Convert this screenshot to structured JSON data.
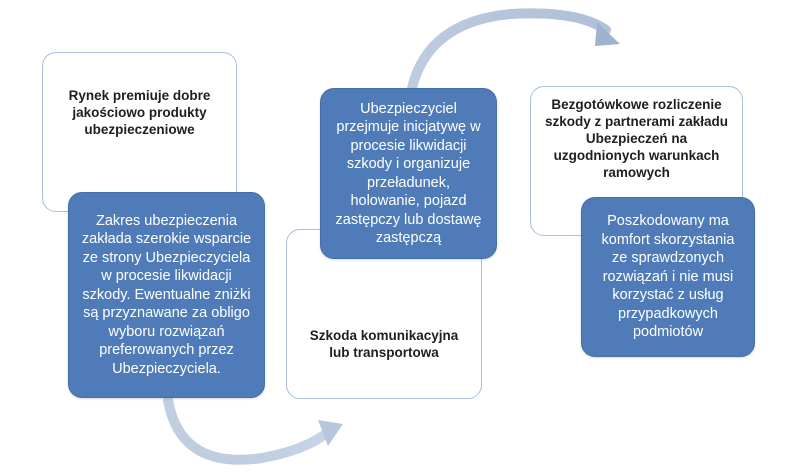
{
  "diagram": {
    "groups": [
      {
        "outline_text": "Rynek premiuje dobre jakościowo produkty ubezpieczeniowe",
        "filled_text": "Zakres ubezpieczenia zakłada szerokie wsparcie ze strony Ubezpieczyciela w procesie likwidacji szkody. Ewentualne zniżki są przyznawane za obligo wyboru rozwiązań preferowanych przez Ubezpieczyciela."
      },
      {
        "outline_text": "Szkoda komunikacyjna lub transportowa",
        "filled_text": "Ubezpieczyciel przejmuje inicjatywę w procesie likwidacji szkody i organizuje przeładunek, holowanie, pojazd zastępczy lub dostawę zastępczą"
      },
      {
        "outline_text": "Bezgotówkowe rozliczenie szkody z partnerami zakładu Ubezpieczeń na uzgodnionych warunkach ramowych",
        "filled_text": "Poszkodowany ma komfort skorzystania ze sprawdzonych rozwiązań i nie musi korzystać z usług przypadkowych podmiotów"
      }
    ],
    "colors": {
      "filled_box": "#4f7cb8",
      "outline_border": "#a9bfe0",
      "arrow": "#b9c8df"
    }
  }
}
